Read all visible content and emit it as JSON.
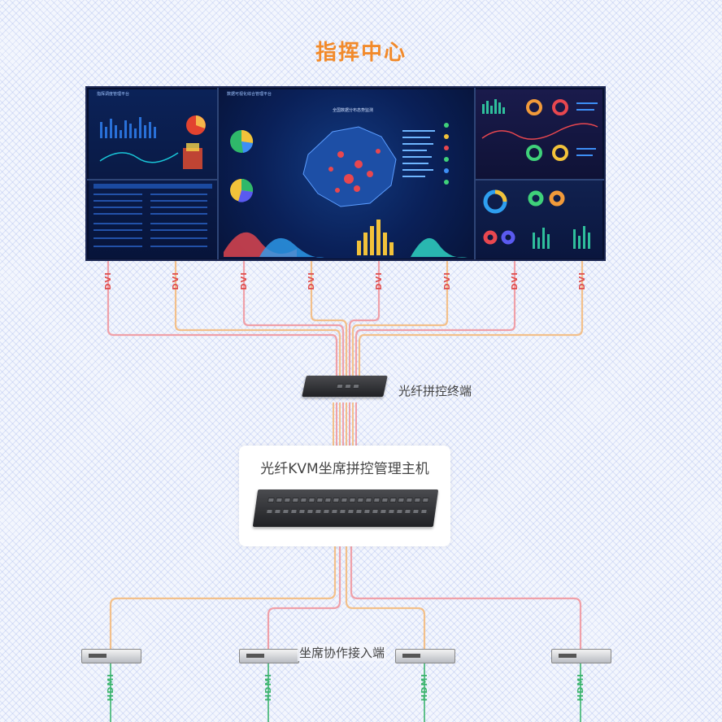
{
  "title": "指挥中心",
  "wall": {
    "header_left": "指挥调度管理平台",
    "header_center": "数据可视化综合管理平台",
    "map_title": "全国数据分布态势监测"
  },
  "connectors": {
    "dvi_label": "DVI",
    "hdmi_label": "HDMI"
  },
  "devices": {
    "fiber_extender_label": "光纤拼控终端",
    "kvm_host_label": "光纤KVM坐席拼控管理主机",
    "seat_access_label": "坐席协作接入端"
  },
  "colors": {
    "title": "#f28a2a",
    "cable_orange": "#f3c08a",
    "cable_pink": "#f0a0a8",
    "dvi": "#e05050",
    "hdmi": "#3cb46e"
  },
  "icons": {
    "pie": "pie-chart-icon",
    "donut": "donut-chart-icon",
    "bar": "bar-chart-icon",
    "map": "china-map-icon"
  }
}
